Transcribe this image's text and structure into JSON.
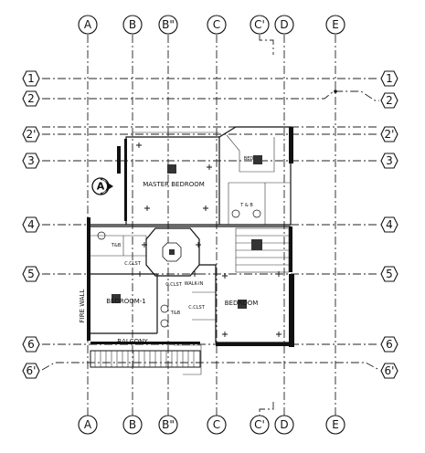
{
  "grid": {
    "columns": [
      "A",
      "B",
      "B\"",
      "C",
      "C'",
      "D",
      "E"
    ],
    "rows": [
      "1",
      "2",
      "2'",
      "3",
      "4",
      "5",
      "6",
      "6'"
    ]
  },
  "section_marker": {
    "label": "A"
  },
  "rooms": {
    "master_bedroom": "MASTER BEDROOM",
    "tb_upper": "T & B",
    "tb_left": "T&B",
    "bedroom_1": "BEDROOM-1",
    "bedroom_right": "BEDROOM",
    "fire_wall": "FIRE WALL",
    "balcony": "BALCONY",
    "closet_left": "C.CLST",
    "closet_center": "C.CLST",
    "closet_mid": "C.CLST",
    "tb_small": "T&B",
    "walk_in": "WALK-IN",
    "upper_room": "BED"
  }
}
